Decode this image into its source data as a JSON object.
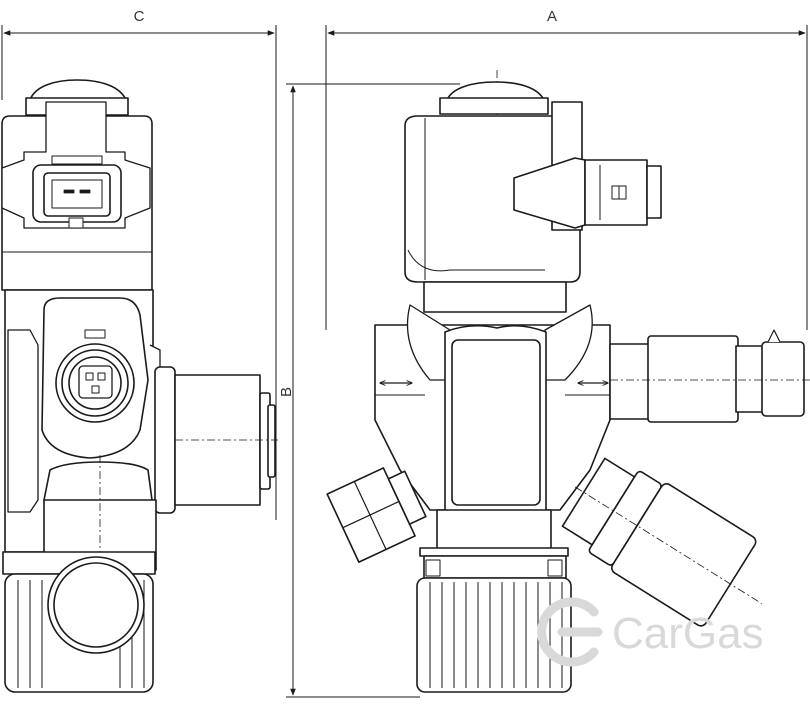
{
  "dimensions": {
    "c_label": "C",
    "a_label": "A",
    "b_label": "B"
  },
  "watermark": {
    "text": "CarGas"
  },
  "colors": {
    "line": "#1a1a1a",
    "watermark": "#d9d9d9",
    "background": "#ffffff"
  }
}
